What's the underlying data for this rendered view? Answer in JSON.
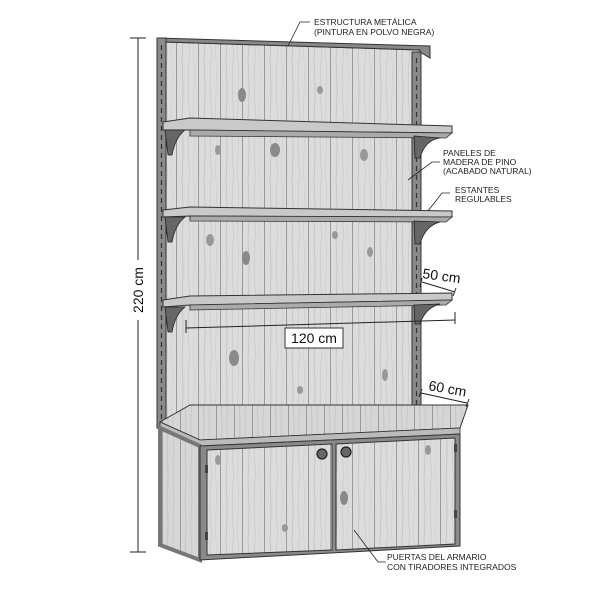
{
  "diagram": {
    "subject": "wall shelving unit with lower cabinet",
    "colors": {
      "frame": "#7a7a7a",
      "frame_dark": "#4a4a4a",
      "wood": "#d9d9d9",
      "wood_grain": "#b8b8b8",
      "knot": "#8a8a8a",
      "line": "#222222",
      "background": "#ffffff"
    },
    "dimensions": {
      "height": "220 cm",
      "width": "120 cm",
      "shelf_depth": "50 cm",
      "cabinet_depth": "60 cm"
    },
    "callouts": {
      "frame": {
        "line1": "ESTRUCTURA METÁLICA",
        "line2": "(PINTURA EN POLVO NEGRA)"
      },
      "panels": {
        "line1": "PANELES DE",
        "line2": "MADERA DE PINO",
        "line3": "(ACABADO NATURAL)"
      },
      "shelves": {
        "line1": "ESTANTES",
        "line2": "REGULABLES"
      },
      "doors": {
        "line1": "PUERTAS DEL ARMARIO",
        "line2": "CON TIRADORES INTEGRADOS"
      }
    },
    "shelves_count": 3,
    "doors_count": 2
  }
}
